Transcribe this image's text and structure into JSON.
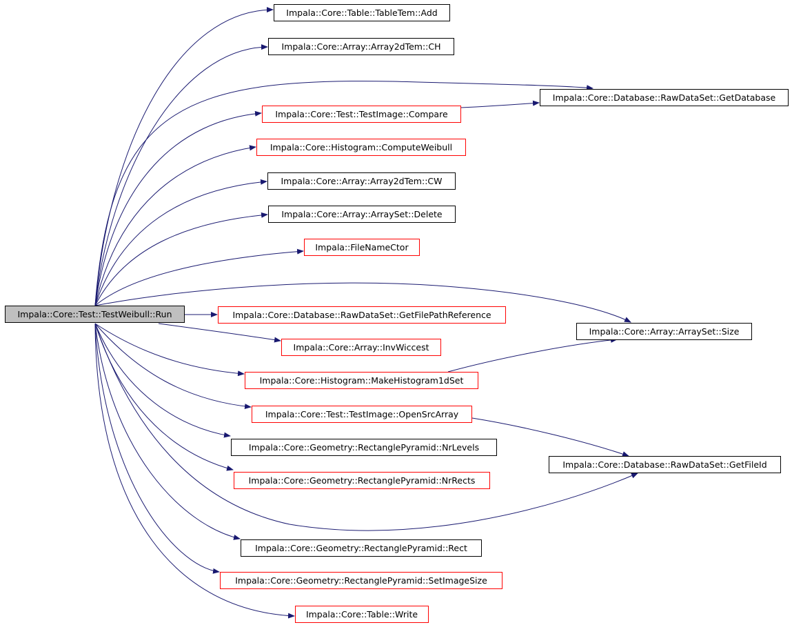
{
  "colors": {
    "edge": "#191970",
    "node_border": "#000000",
    "node_border_incomplete": "#ff0000",
    "root_fill": "#bfbfbf"
  },
  "nodes": [
    {
      "id": "run",
      "label": "Impala::Core::Test::TestWeibull::Run",
      "style": "root"
    },
    {
      "id": "add",
      "label": "Impala::Core::Table::TableTem::Add",
      "style": "black"
    },
    {
      "id": "ch",
      "label": "Impala::Core::Array::Array2dTem::CH",
      "style": "black"
    },
    {
      "id": "getdb",
      "label": "Impala::Core::Database::RawDataSet::GetDatabase",
      "style": "black"
    },
    {
      "id": "compare",
      "label": "Impala::Core::Test::TestImage::Compare",
      "style": "red"
    },
    {
      "id": "weibull",
      "label": "Impala::Core::Histogram::ComputeWeibull",
      "style": "red"
    },
    {
      "id": "cw",
      "label": "Impala::Core::Array::Array2dTem::CW",
      "style": "black"
    },
    {
      "id": "delete",
      "label": "Impala::Core::Array::ArraySet::Delete",
      "style": "black"
    },
    {
      "id": "fnctor",
      "label": "Impala::FileNameCtor",
      "style": "red"
    },
    {
      "id": "getfpr",
      "label": "Impala::Core::Database::RawDataSet::GetFilePathReference",
      "style": "red"
    },
    {
      "id": "size",
      "label": "Impala::Core::Array::ArraySet::Size",
      "style": "black"
    },
    {
      "id": "invw",
      "label": "Impala::Core::Array::InvWiccest",
      "style": "red"
    },
    {
      "id": "mkhist",
      "label": "Impala::Core::Histogram::MakeHistogram1dSet",
      "style": "red"
    },
    {
      "id": "opensrc",
      "label": "Impala::Core::Test::TestImage::OpenSrcArray",
      "style": "red"
    },
    {
      "id": "nrlevels",
      "label": "Impala::Core::Geometry::RectanglePyramid::NrLevels",
      "style": "black"
    },
    {
      "id": "getfileid",
      "label": "Impala::Core::Database::RawDataSet::GetFileId",
      "style": "black"
    },
    {
      "id": "nrrects",
      "label": "Impala::Core::Geometry::RectanglePyramid::NrRects",
      "style": "red"
    },
    {
      "id": "rect",
      "label": "Impala::Core::Geometry::RectanglePyramid::Rect",
      "style": "black"
    },
    {
      "id": "setimg",
      "label": "Impala::Core::Geometry::RectanglePyramid::SetImageSize",
      "style": "red"
    },
    {
      "id": "write",
      "label": "Impala::Core::Table::Write",
      "style": "red"
    }
  ],
  "edges": [
    {
      "from": "run",
      "to": "add"
    },
    {
      "from": "run",
      "to": "ch"
    },
    {
      "from": "run",
      "to": "getdb"
    },
    {
      "from": "run",
      "to": "compare"
    },
    {
      "from": "compare",
      "to": "getdb"
    },
    {
      "from": "run",
      "to": "weibull"
    },
    {
      "from": "run",
      "to": "cw"
    },
    {
      "from": "run",
      "to": "delete"
    },
    {
      "from": "run",
      "to": "fnctor"
    },
    {
      "from": "run",
      "to": "size"
    },
    {
      "from": "run",
      "to": "getfpr"
    },
    {
      "from": "run",
      "to": "invw"
    },
    {
      "from": "run",
      "to": "mkhist"
    },
    {
      "from": "mkhist",
      "to": "size"
    },
    {
      "from": "run",
      "to": "opensrc"
    },
    {
      "from": "opensrc",
      "to": "getfileid"
    },
    {
      "from": "run",
      "to": "nrlevels"
    },
    {
      "from": "run",
      "to": "nrrects"
    },
    {
      "from": "run",
      "to": "getfileid"
    },
    {
      "from": "run",
      "to": "rect"
    },
    {
      "from": "run",
      "to": "setimg"
    },
    {
      "from": "run",
      "to": "write"
    }
  ]
}
